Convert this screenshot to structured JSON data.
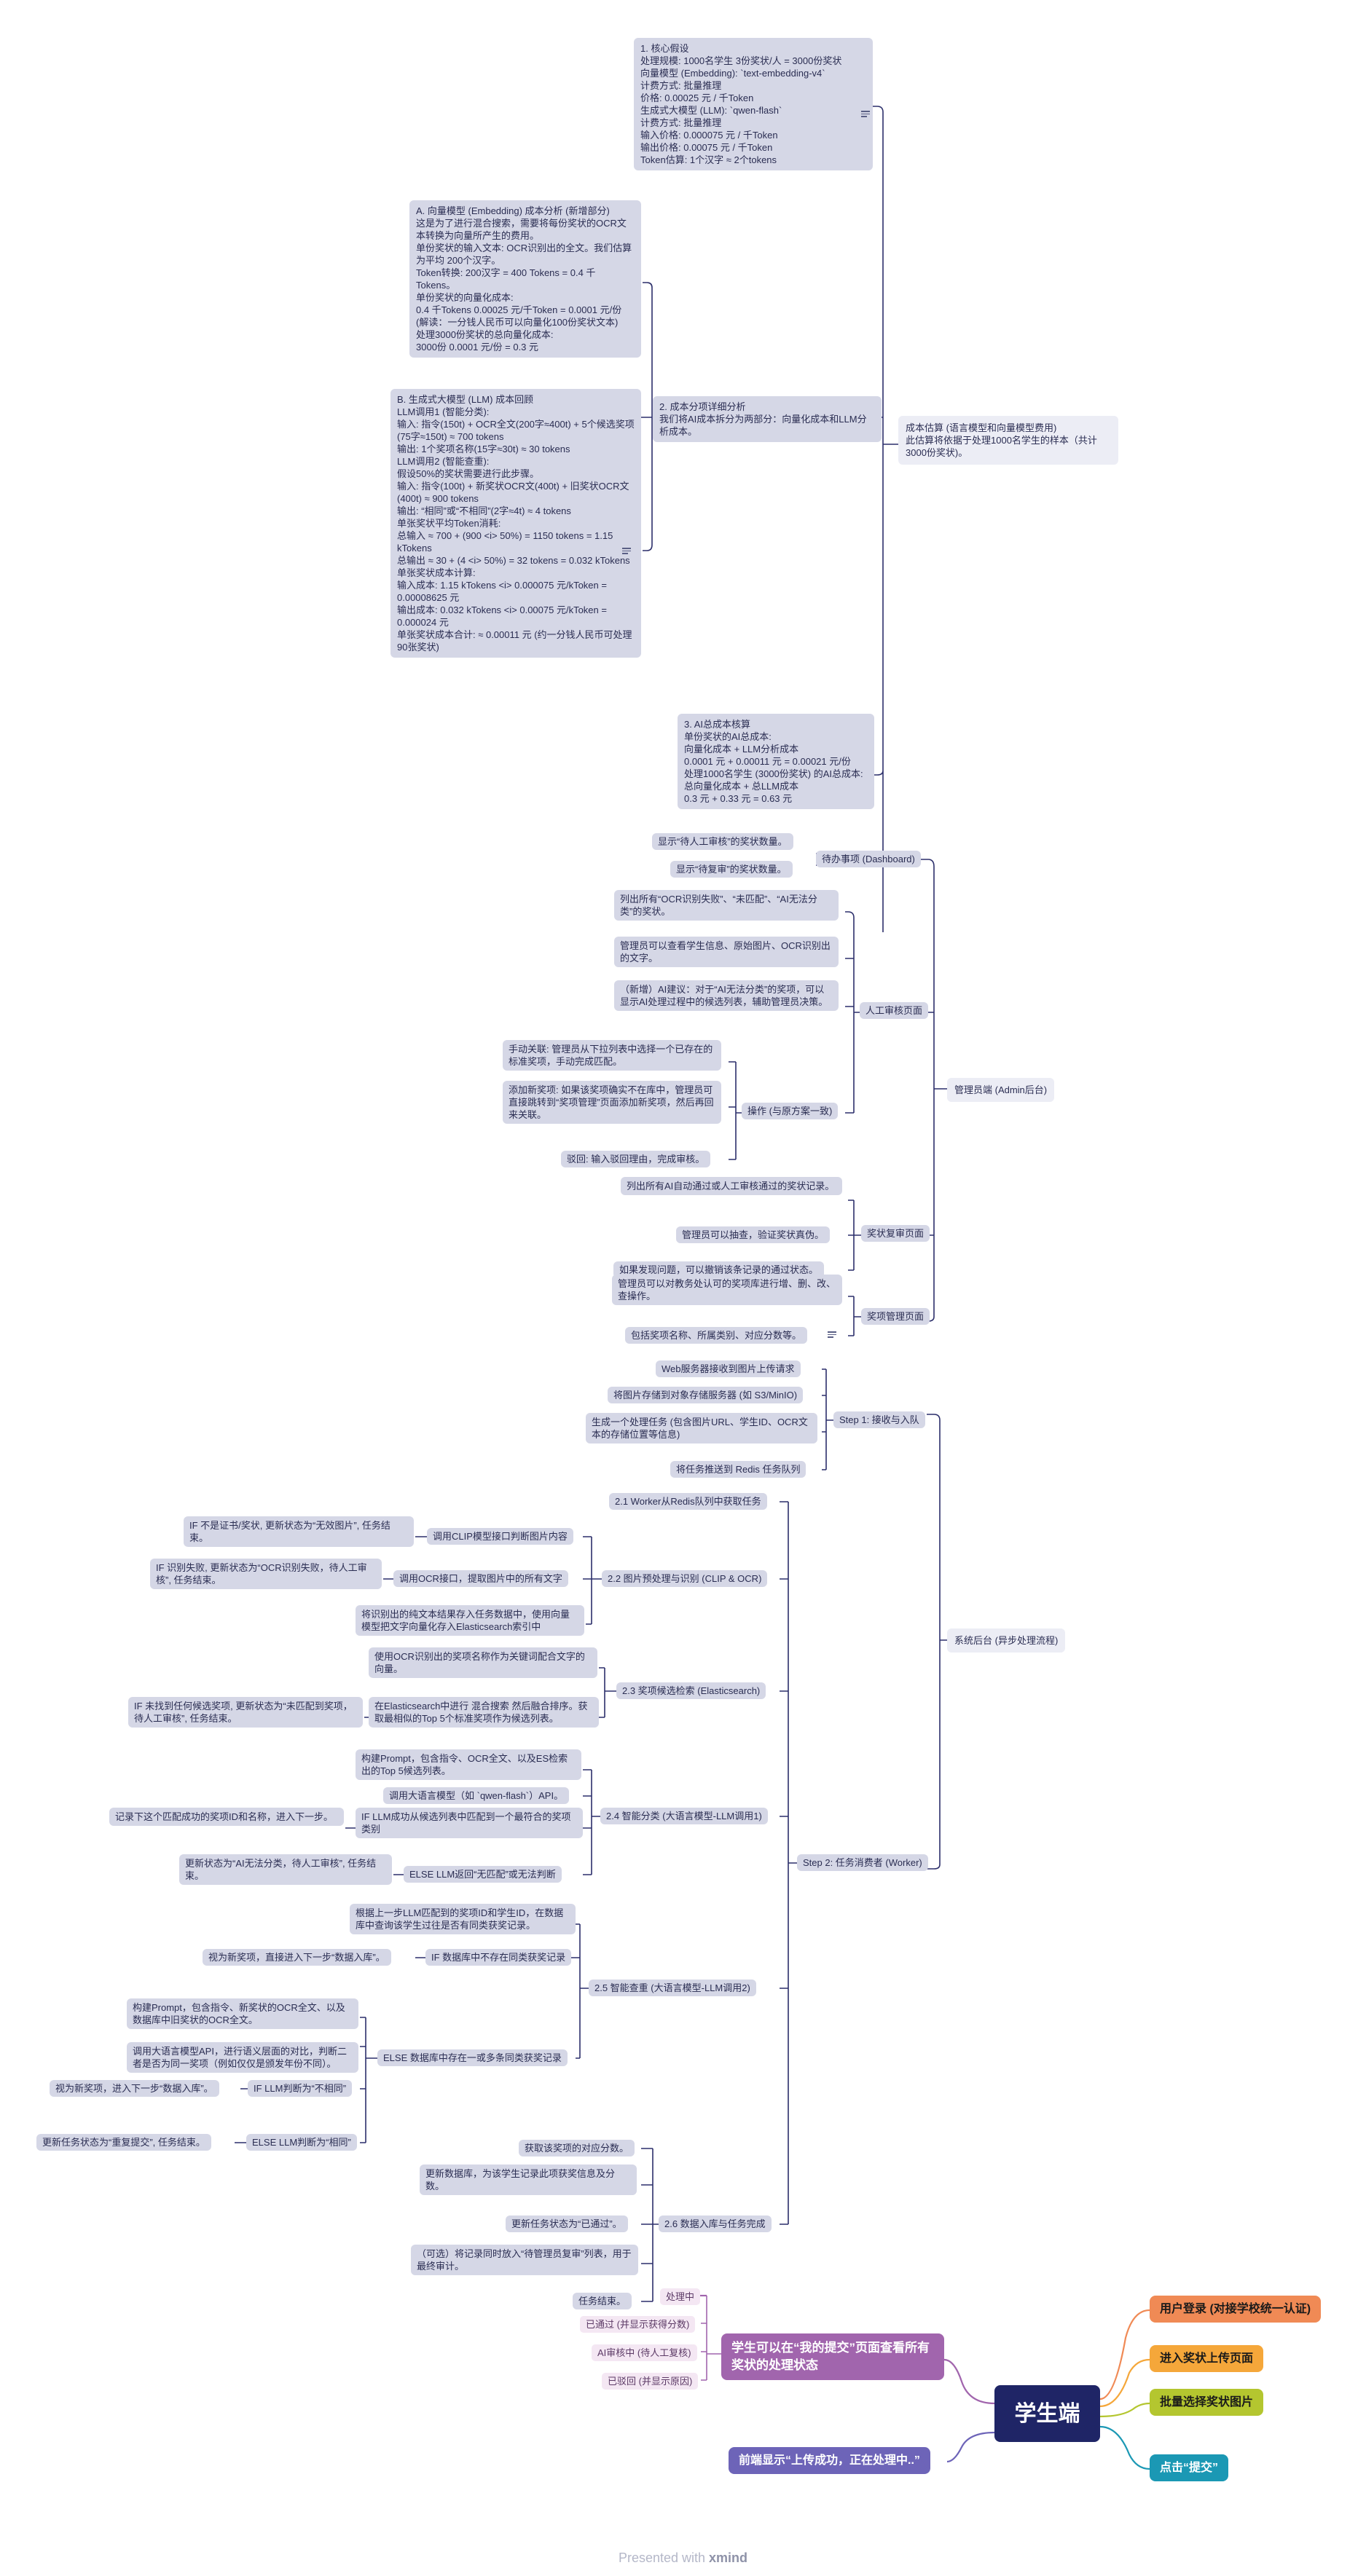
{
  "footer": {
    "presented": "Presented with",
    "brand": "xmind"
  },
  "mindmap": {
    "root": {
      "label": "学生端"
    },
    "student_steps": [
      {
        "label": "用户登录 (对接学校统一认证)"
      },
      {
        "label": "进入奖状上传页面"
      },
      {
        "label": "批量选择奖状图片"
      },
      {
        "label": "点击“提交”"
      }
    ],
    "status_node": {
      "label": "学生可以在“我的提交”页面查看所有奖状的处理状态"
    },
    "status_children": [
      {
        "label": "处理中"
      },
      {
        "label": "已通过 (并显示获得分数)"
      },
      {
        "label": "AI审核中 (待人工复核)"
      },
      {
        "label": "已驳回 (并显示原因)"
      }
    ],
    "frontend_node": {
      "label": "前端显示“上传成功，正在处理中..”"
    },
    "cost": {
      "label": "成本估算 (语言模型和向量模型费用)\n此估算将依据于处理1000名学生的样本（共计3000份奖状)。",
      "core": "1. 核心假设\n处理规模: 1000名学生  3份奖状/人 = 3000份奖状\n向量模型 (Embedding): `text-embedding-v4`\n计费方式: 批量推理\n价格: 0.00025 元 / 千Token\n生成式大模型 (LLM): `qwen-flash`\n计费方式: 批量推理\n输入价格: 0.000075 元 / 千Token\n输出价格: 0.00075 元 / 千Token\nToken估算: 1个汉字 ≈ 2个tokens",
      "detail": "2. 成本分项详细分析\n我们将AI成本拆分为两部分：向量化成本和LLM分析成本。",
      "embed": "A. 向量模型 (Embedding) 成本分析 (新增部分)\n这是为了进行混合搜索，需要将每份奖状的OCR文本转换为向量所产生的费用。\n单份奖状的输入文本: OCR识别出的全文。我们估算为平均 200个汉字。\nToken转换: 200汉字 = 400 Tokens = 0.4 千Tokens。\n单份奖状的向量化成本:\n0.4 千Tokens  0.00025 元/千Token = 0.0001 元/份\n(解读：一分钱人民币可以向量化100份奖状文本)\n处理3000份奖状的总向量化成本:\n3000份  0.0001 元/份 = 0.3 元",
      "llm": "B. 生成式大模型 (LLM) 成本回顾\nLLM调用1 (智能分类):\n输入: 指令(150t) + OCR全文(200字≈400t) + 5个候选奖项(75字≈150t) ≈ 700 tokens\n输出: 1个奖项名称(15字≈30t) ≈ 30 tokens\nLLM调用2 (智能查重):\n假设50%的奖状需要进行此步骤。\n输入: 指令(100t) + 新奖状OCR文(400t) + 旧奖状OCR文(400t) ≈ 900 tokens\n输出: “相同”或“不相同”(2字≈4t) ≈ 4 tokens\n单张奖状平均Token消耗:\n总输入 ≈ 700 + (900 <i> 50%) = 1150 tokens = 1.15 kTokens\n总输出 ≈ 30 + (4 <i> 50%) = 32 tokens = 0.032 kTokens\n单张奖状成本计算:\n输入成本: 1.15 kTokens <i> 0.000075 元/kToken = 0.00008625 元\n输出成本: 0.032 kTokens <i> 0.00075 元/kToken = 0.000024 元\n单张奖状成本合计: ≈ 0.00011 元 (约一分钱人民币可处理90张奖状)",
      "total": "3. AI总成本核算\n单份奖状的AI总成本:\n向量化成本 + LLM分析成本\n0.0001 元 + 0.00011 元 = 0.00021 元/份\n处理1000名学生 (3000份奖状) 的AI总成本:\n总向量化成本 + 总LLM成本\n0.3 元 + 0.33 元 = 0.63 元"
    },
    "admin": {
      "label": "管理员端 (Admin后台)",
      "dashboard": {
        "label": "待办事项 (Dashboard)",
        "items": [
          "显示“待人工审核”的奖状数量。",
          "显示“待复审”的奖状数量。"
        ]
      },
      "manual": {
        "label": "人工审核页面",
        "items": [
          "列出所有“OCR识别失败”、“未匹配”、“AI无法分类”的奖状。",
          "管理员可以查看学生信息、原始图片、OCR识别出的文字。",
          "（新增）AI建议：对于“AI无法分类”的奖项，可以显示AI处理过程中的候选列表，辅助管理员决策。"
        ],
        "ops": {
          "label": "操作 (与原方案一致)",
          "items": [
            "手动关联: 管理员从下拉列表中选择一个已存在的标准奖项，手动完成匹配。",
            "添加新奖项: 如果该奖项确实不在库中，管理员可直接跳转到“奖项管理”页面添加新奖项，然后再回来关联。",
            "驳回: 输入驳回理由，完成审核。"
          ]
        }
      },
      "review": {
        "label": "奖状复审页面",
        "items": [
          "列出所有AI自动通过或人工审核通过的奖状记录。",
          "管理员可以抽查，验证奖状真伪。",
          "如果发现问题，可以撤销该条记录的通过状态。"
        ]
      },
      "awards": {
        "label": "奖项管理页面",
        "items": [
          "管理员可以对教务处认可的奖项库进行增、删、改、查操作。",
          "包括奖项名称、所属类别、对应分数等。"
        ]
      }
    },
    "backend": {
      "label": "系统后台 (异步处理流程)",
      "step1": {
        "label": "Step 1: 接收与入队",
        "items": [
          "Web服务器接收到图片上传请求",
          "将图片存储到对象存储服务器 (如 S3/MinIO)",
          "生成一个处理任务 (包含图片URL、学生ID、OCR文本的存储位置等信息)",
          "将任务推送到 Redis 任务队列"
        ]
      },
      "step2": {
        "label": "Step 2: 任务消费者 (Worker)",
        "s21": "2.1 Worker从Redis队列中获取任务",
        "s22": {
          "label": "2.2 图片预处理与识别 (CLIP & OCR)",
          "clip": "调用CLIP模型接口判断图片内容",
          "clip_if": "IF 不是证书/奖状, 更新状态为“无效图片”, 任务结束。",
          "ocr": "调用OCR接口，提取图片中的所有文字",
          "ocr_if": "IF 识别失败, 更新状态为“OCR识别失败，待人工审核”, 任务结束。",
          "store": "将识别出的纯文本结果存入任务数据中，使用向量模型把文字向量化存入Elasticsearch索引中"
        },
        "s23": {
          "label": "2.3 奖项候选检索 (Elasticsearch)",
          "use": "使用OCR识别出的奖项名称作为关键词配合文字的向量。",
          "search": "在Elasticsearch中进行 混合搜索 然后融合排序。获取最相似的Top 5个标准奖项作为候选列表。",
          "search_if": "IF 未找到任何候选奖项, 更新状态为“未匹配到奖项，待人工审核”, 任务结束。"
        },
        "s24": {
          "label": "2.4 智能分类 (大语言模型-LLM调用1)",
          "prompt": "构建Prompt，包含指令、OCR全文、以及ES检索出的Top 5候选列表。",
          "call": "调用大语言模型（如 `qwen-flash`）API。",
          "ok": "IF LLM成功从候选列表中匹配到一个最符合的奖项类别",
          "ok_child": "记录下这个匹配成功的奖项ID和名称，进入下一步。",
          "fail": "ELSE LLM返回“无匹配”或无法判断",
          "fail_child": "更新状态为“AI无法分类，待人工审核”, 任务结束。"
        },
        "s25": {
          "label": "2.5 智能查重 (大语言模型-LLM调用2)",
          "query": "根据上一步LLM匹配到的奖项ID和学生ID，在数据库中查询该学生过往是否有同类获奖记录。",
          "none": "IF 数据库中不存在同类获奖记录",
          "none_child": "视为新奖项，直接进入下一步“数据入库”。",
          "exist": "ELSE 数据库中存在一或多条同类获奖记录",
          "exist_prompt": "构建Prompt，包含指令、新奖状的OCR全文、以及数据库中旧奖状的OCR全文。",
          "exist_call": "调用大语言模型API，进行语义层面的对比，判断二者是否为同一奖项（例如仅仅是颁发年份不同）。",
          "diff": "IF LLM判断为“不相同”",
          "diff_child": "视为新奖项，进入下一步“数据入库”。",
          "same": "ELSE LLM判断为“相同”",
          "same_child": "更新任务状态为“重复提交”, 任务结束。"
        },
        "s26": {
          "label": "2.6 数据入库与任务完成",
          "items": [
            "获取该奖项的对应分数。",
            "更新数据库，为该学生记录此项获奖信息及分数。",
            "更新任务状态为“已通过”。",
            "（可选）将记录同时放入“待管理员复审”列表，用于最终审计。",
            "任务结束。"
          ]
        }
      }
    },
    "colors": {
      "line": "#2c2f6b",
      "root": "#1f2566",
      "orange": "#f08a55",
      "amber": "#f5a73a",
      "lime": "#b4c62f",
      "teal": "#1b98b4",
      "purple": "#a165ad",
      "indigo": "#6d64b8"
    }
  }
}
